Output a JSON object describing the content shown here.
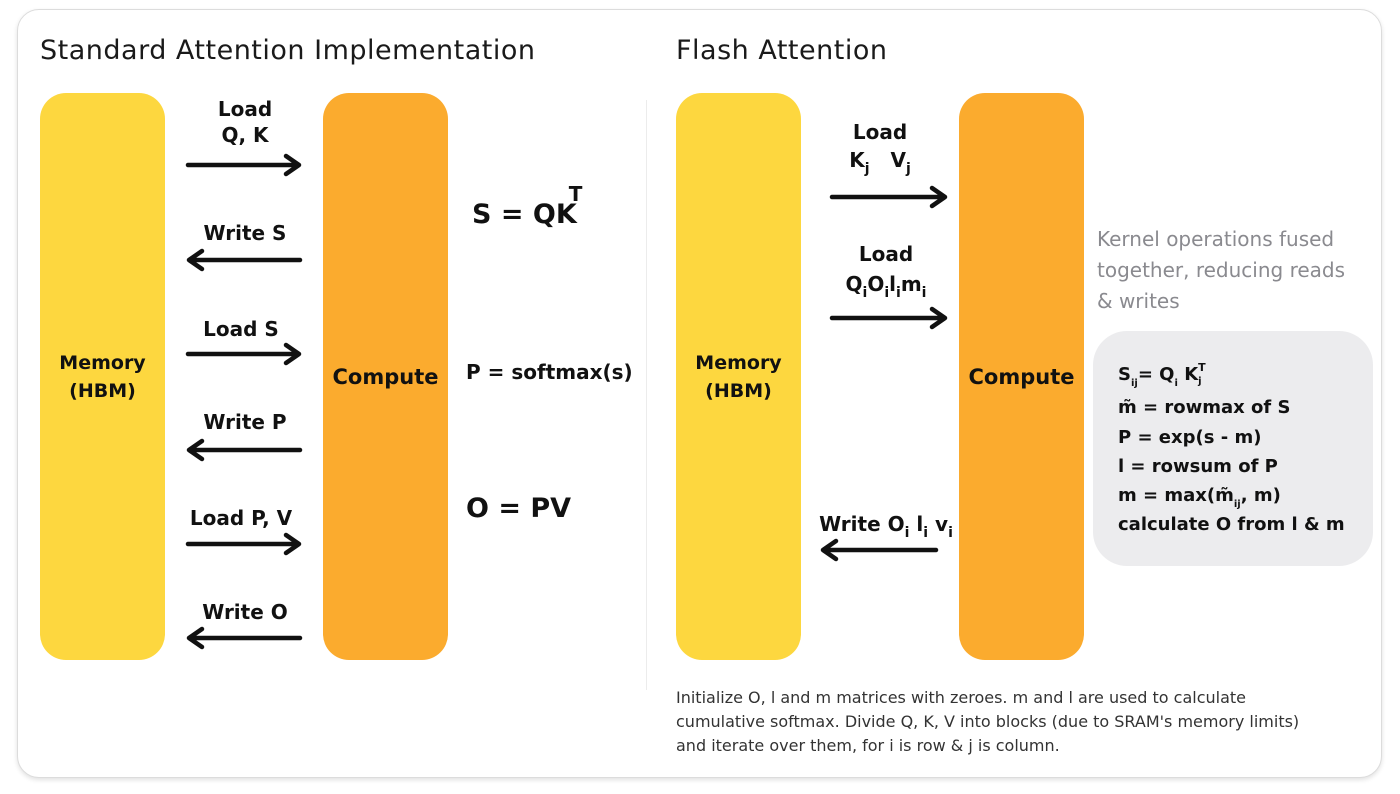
{
  "left": {
    "title": "Standard Attention Implementation",
    "memory_label_line1": "Memory",
    "memory_label_line2": "(HBM)",
    "compute_label": "Compute",
    "arrows": [
      {
        "line1": "Load",
        "line2": "Q, K",
        "direction": "right"
      },
      {
        "line1": "Write S",
        "direction": "left"
      },
      {
        "line1": "Load S",
        "direction": "right"
      },
      {
        "line1": "Write P",
        "direction": "left"
      },
      {
        "line1": "Load P, V",
        "direction": "right"
      },
      {
        "line1": "Write O",
        "direction": "left"
      }
    ],
    "formulas": {
      "s_base": "S = QK",
      "s_sup": "T",
      "p": "P = softmax(s)",
      "o": "O = PV"
    }
  },
  "right": {
    "title": "Flash Attention",
    "memory_label_line1": "Memory",
    "memory_label_line2": "(HBM)",
    "compute_label": "Compute",
    "arrow1": {
      "line1": "Load",
      "k": "K",
      "k_sub": "j",
      "v": "V",
      "v_sub": "j"
    },
    "arrow2": {
      "line1": "Load",
      "q": "Q",
      "o": "O",
      "l": "l",
      "m": "m",
      "sub": "i"
    },
    "arrow3": {
      "prefix": "Write O",
      "l": "l",
      "v": "v",
      "sub": "i"
    },
    "note": "Kernel operations fused together, reducing reads & writes",
    "ops": {
      "s_S": "S",
      "s_ij": "ij",
      "s_eq": "= Q",
      "s_i": "i",
      "s_K": "K",
      "s_T": "T",
      "s_j": "j",
      "m_tilde": "m̃ = rowmax of S",
      "p_line": "P = exp(s - m)",
      "l_line": "l = rowsum of P",
      "m_line_a": "m = max(m̃",
      "m_line_sub": "ij",
      "m_line_b": ", m)",
      "calc": "calculate O from l & m"
    },
    "caption": "Initialize O, l and m matrices with zeroes. m and l are used to calculate cumulative softmax. Divide Q, K, V into blocks (due to SRAM's memory limits) and iterate over them, for i is row & j is column."
  }
}
